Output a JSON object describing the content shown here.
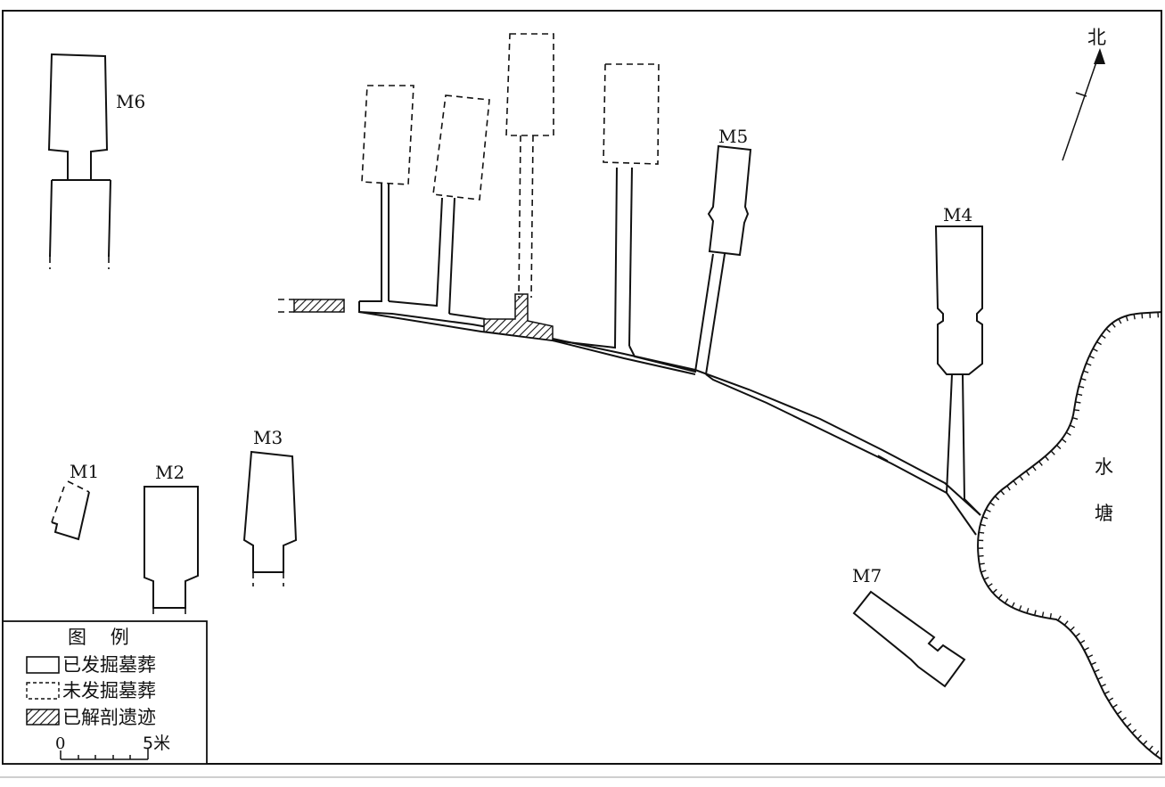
{
  "tomb_labels": {
    "m1": "M1",
    "m2": "M2",
    "m3": "M3",
    "m4": "M4",
    "m5": "M5",
    "m6": "M6",
    "m7": "M7"
  },
  "north_label": "北",
  "pond_label": [
    "水",
    "塘"
  ],
  "legend": {
    "title": "图    例",
    "items": [
      {
        "label": "已发掘墓葬",
        "symbol": "solid"
      },
      {
        "label": "未发掘墓葬",
        "symbol": "dashed"
      },
      {
        "label": "已解剖遗迹",
        "symbol": "hatched"
      }
    ],
    "scale": {
      "start": "0",
      "end": "5米"
    }
  }
}
